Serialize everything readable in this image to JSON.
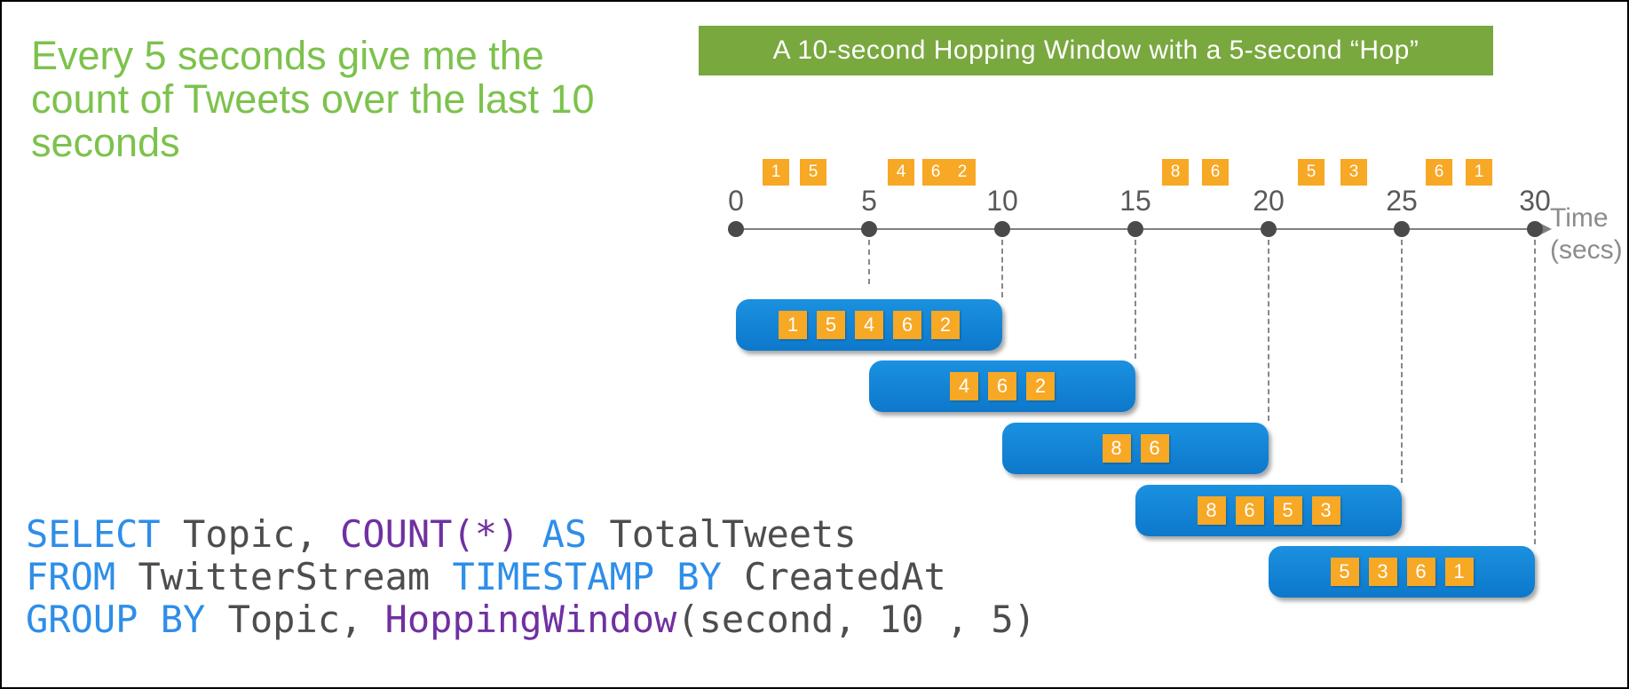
{
  "headline": {
    "lines": [
      "Every 5 seconds give me the",
      "count of Tweets over the last 10",
      "seconds"
    ]
  },
  "banner": {
    "text": "A 10-second Hopping Window with a 5-second “Hop”"
  },
  "timeline": {
    "ticks": [
      0,
      5,
      10,
      15,
      20,
      25,
      30
    ],
    "axis_label_line1": "Time",
    "axis_label_line2": "(secs)",
    "events": [
      {
        "label": "1",
        "t": 1.5
      },
      {
        "label": "5",
        "t": 2.9
      },
      {
        "label": "4",
        "t": 6.2
      },
      {
        "label": "6",
        "t": 7.5
      },
      {
        "label": "2",
        "t": 8.5
      },
      {
        "label": "8",
        "t": 16.5
      },
      {
        "label": "6",
        "t": 18.0
      },
      {
        "label": "5",
        "t": 21.6
      },
      {
        "label": "3",
        "t": 23.2
      },
      {
        "label": "6",
        "t": 26.4
      },
      {
        "label": "1",
        "t": 27.9
      }
    ]
  },
  "windows": [
    {
      "start": 0,
      "end": 10,
      "items": [
        "1",
        "5",
        "4",
        "6",
        "2"
      ]
    },
    {
      "start": 5,
      "end": 15,
      "items": [
        "4",
        "6",
        "2"
      ]
    },
    {
      "start": 10,
      "end": 20,
      "items": [
        "8",
        "6"
      ]
    },
    {
      "start": 15,
      "end": 25,
      "items": [
        "8",
        "6",
        "5",
        "3"
      ]
    },
    {
      "start": 20,
      "end": 30,
      "items": [
        "5",
        "3",
        "6",
        "1"
      ]
    }
  ],
  "sql": {
    "lines": [
      [
        {
          "text": "SELECT",
          "type": "kw"
        },
        {
          "text": " Topic, ",
          "type": "plain"
        },
        {
          "text": "COUNT(*)",
          "type": "fn"
        },
        {
          "text": " ",
          "type": "plain"
        },
        {
          "text": "AS",
          "type": "kw"
        },
        {
          "text": " TotalTweets",
          "type": "plain"
        }
      ],
      [
        {
          "text": "FROM",
          "type": "kw"
        },
        {
          "text": " TwitterStream ",
          "type": "plain"
        },
        {
          "text": "TIMESTAMP BY",
          "type": "kw"
        },
        {
          "text": " CreatedAt",
          "type": "plain"
        }
      ],
      [
        {
          "text": "GROUP BY",
          "type": "kw"
        },
        {
          "text": " Topic, ",
          "type": "plain"
        },
        {
          "text": "HoppingWindow",
          "type": "fn"
        },
        {
          "text": "(second, 10 , 5)",
          "type": "plain"
        }
      ]
    ]
  },
  "colors": {
    "headline": "#7CC24C",
    "banner": "#79A83F",
    "orange": "#F7A825",
    "window_blue_top": "#1B91E0",
    "window_blue_bottom": "#0D78CB",
    "keyword": "#2E8EE9",
    "function": "#7030A0",
    "code": "#4D4D4D",
    "axis": "#808080",
    "ticktext": "#595959",
    "dot": "#4A4A4A",
    "dash": "#888888",
    "axislabel": "#8C8C8C"
  }
}
